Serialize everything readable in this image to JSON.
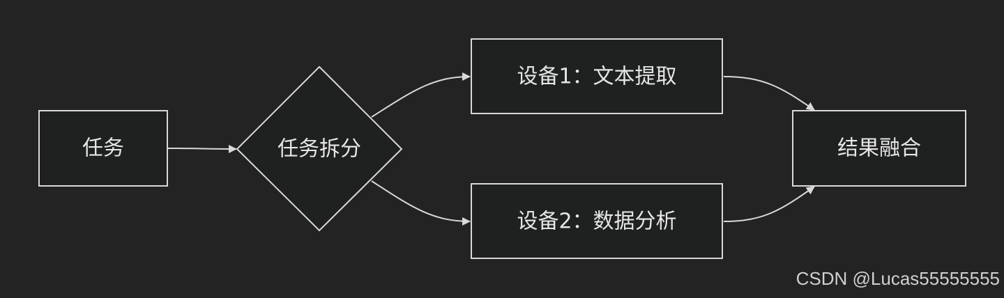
{
  "nodes": {
    "task": {
      "label": "任务"
    },
    "split": {
      "label": "任务拆分"
    },
    "device1": {
      "label": "设备1：文本提取"
    },
    "device2": {
      "label": "设备2：数据分析"
    },
    "fusion": {
      "label": "结果融合"
    }
  },
  "watermark": "CSDN @Lucas55555555",
  "colors": {
    "background": "#232323",
    "node_fill": "#1f2020",
    "stroke": "#d9d9d9",
    "text": "#e6e6e6"
  }
}
